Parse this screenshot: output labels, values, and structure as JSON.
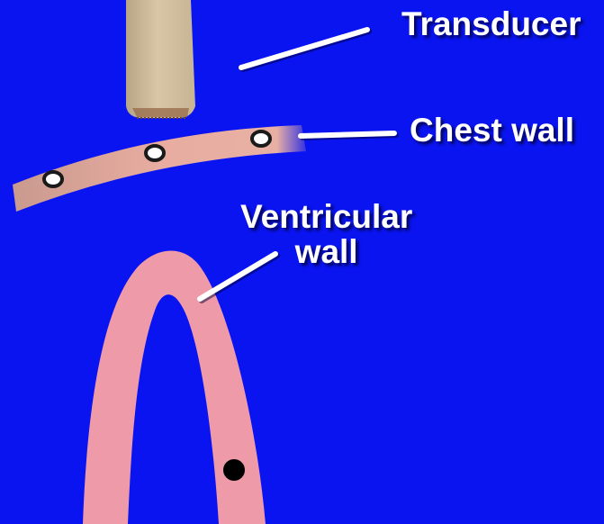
{
  "labels": {
    "transducer": "Transducer",
    "chest_wall": "Chest wall",
    "ventricular_wall_line1": "Ventricular",
    "ventricular_wall_line2": "wall"
  },
  "colors": {
    "background": "#0a14f0",
    "transducer": "#d2c0a0",
    "chest_wall": "#e8aca0",
    "ventricular_wall": "#ef9aa8",
    "label_text": "#ffffff",
    "pointer_line": "#ffffff",
    "marker_dot": "#000000"
  }
}
